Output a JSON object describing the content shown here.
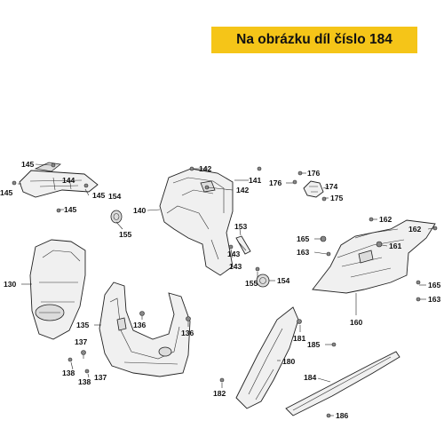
{
  "banner": {
    "text": "Na obrázku díl číslo 184",
    "color": "#f5c518"
  },
  "callouts": [
    {
      "id": "c145a",
      "text": "145"
    },
    {
      "id": "c145b",
      "text": "145"
    },
    {
      "id": "c145c",
      "text": "145"
    },
    {
      "id": "c145d",
      "text": "145"
    },
    {
      "id": "c144",
      "text": "144"
    },
    {
      "id": "c142a",
      "text": "142"
    },
    {
      "id": "c142b",
      "text": "142"
    },
    {
      "id": "c141",
      "text": "141"
    },
    {
      "id": "c140",
      "text": "140"
    },
    {
      "id": "c154a",
      "text": "154"
    },
    {
      "id": "c155a",
      "text": "155"
    },
    {
      "id": "c153",
      "text": "153"
    },
    {
      "id": "c143a",
      "text": "143"
    },
    {
      "id": "c143b",
      "text": "143"
    },
    {
      "id": "c155b",
      "text": "155"
    },
    {
      "id": "c154b",
      "text": "154"
    },
    {
      "id": "c176a",
      "text": "176"
    },
    {
      "id": "c176b",
      "text": "176"
    },
    {
      "id": "c174",
      "text": "174"
    },
    {
      "id": "c175",
      "text": "175"
    },
    {
      "id": "c162a",
      "text": "162"
    },
    {
      "id": "c162b",
      "text": "162"
    },
    {
      "id": "c165a",
      "text": "165"
    },
    {
      "id": "c161",
      "text": "161"
    },
    {
      "id": "c163a",
      "text": "163"
    },
    {
      "id": "c165b",
      "text": "165"
    },
    {
      "id": "c163b",
      "text": "163"
    },
    {
      "id": "c160",
      "text": "160"
    },
    {
      "id": "c130",
      "text": "130"
    },
    {
      "id": "c135",
      "text": "135"
    },
    {
      "id": "c136a",
      "text": "136"
    },
    {
      "id": "c136b",
      "text": "136"
    },
    {
      "id": "c137a",
      "text": "137"
    },
    {
      "id": "c137b",
      "text": "137"
    },
    {
      "id": "c138a",
      "text": "138"
    },
    {
      "id": "c138b",
      "text": "138"
    },
    {
      "id": "c181",
      "text": "181"
    },
    {
      "id": "c180",
      "text": "180"
    },
    {
      "id": "c185",
      "text": "185"
    },
    {
      "id": "c182",
      "text": "182"
    },
    {
      "id": "c184",
      "text": "184"
    },
    {
      "id": "c186",
      "text": "186"
    }
  ]
}
